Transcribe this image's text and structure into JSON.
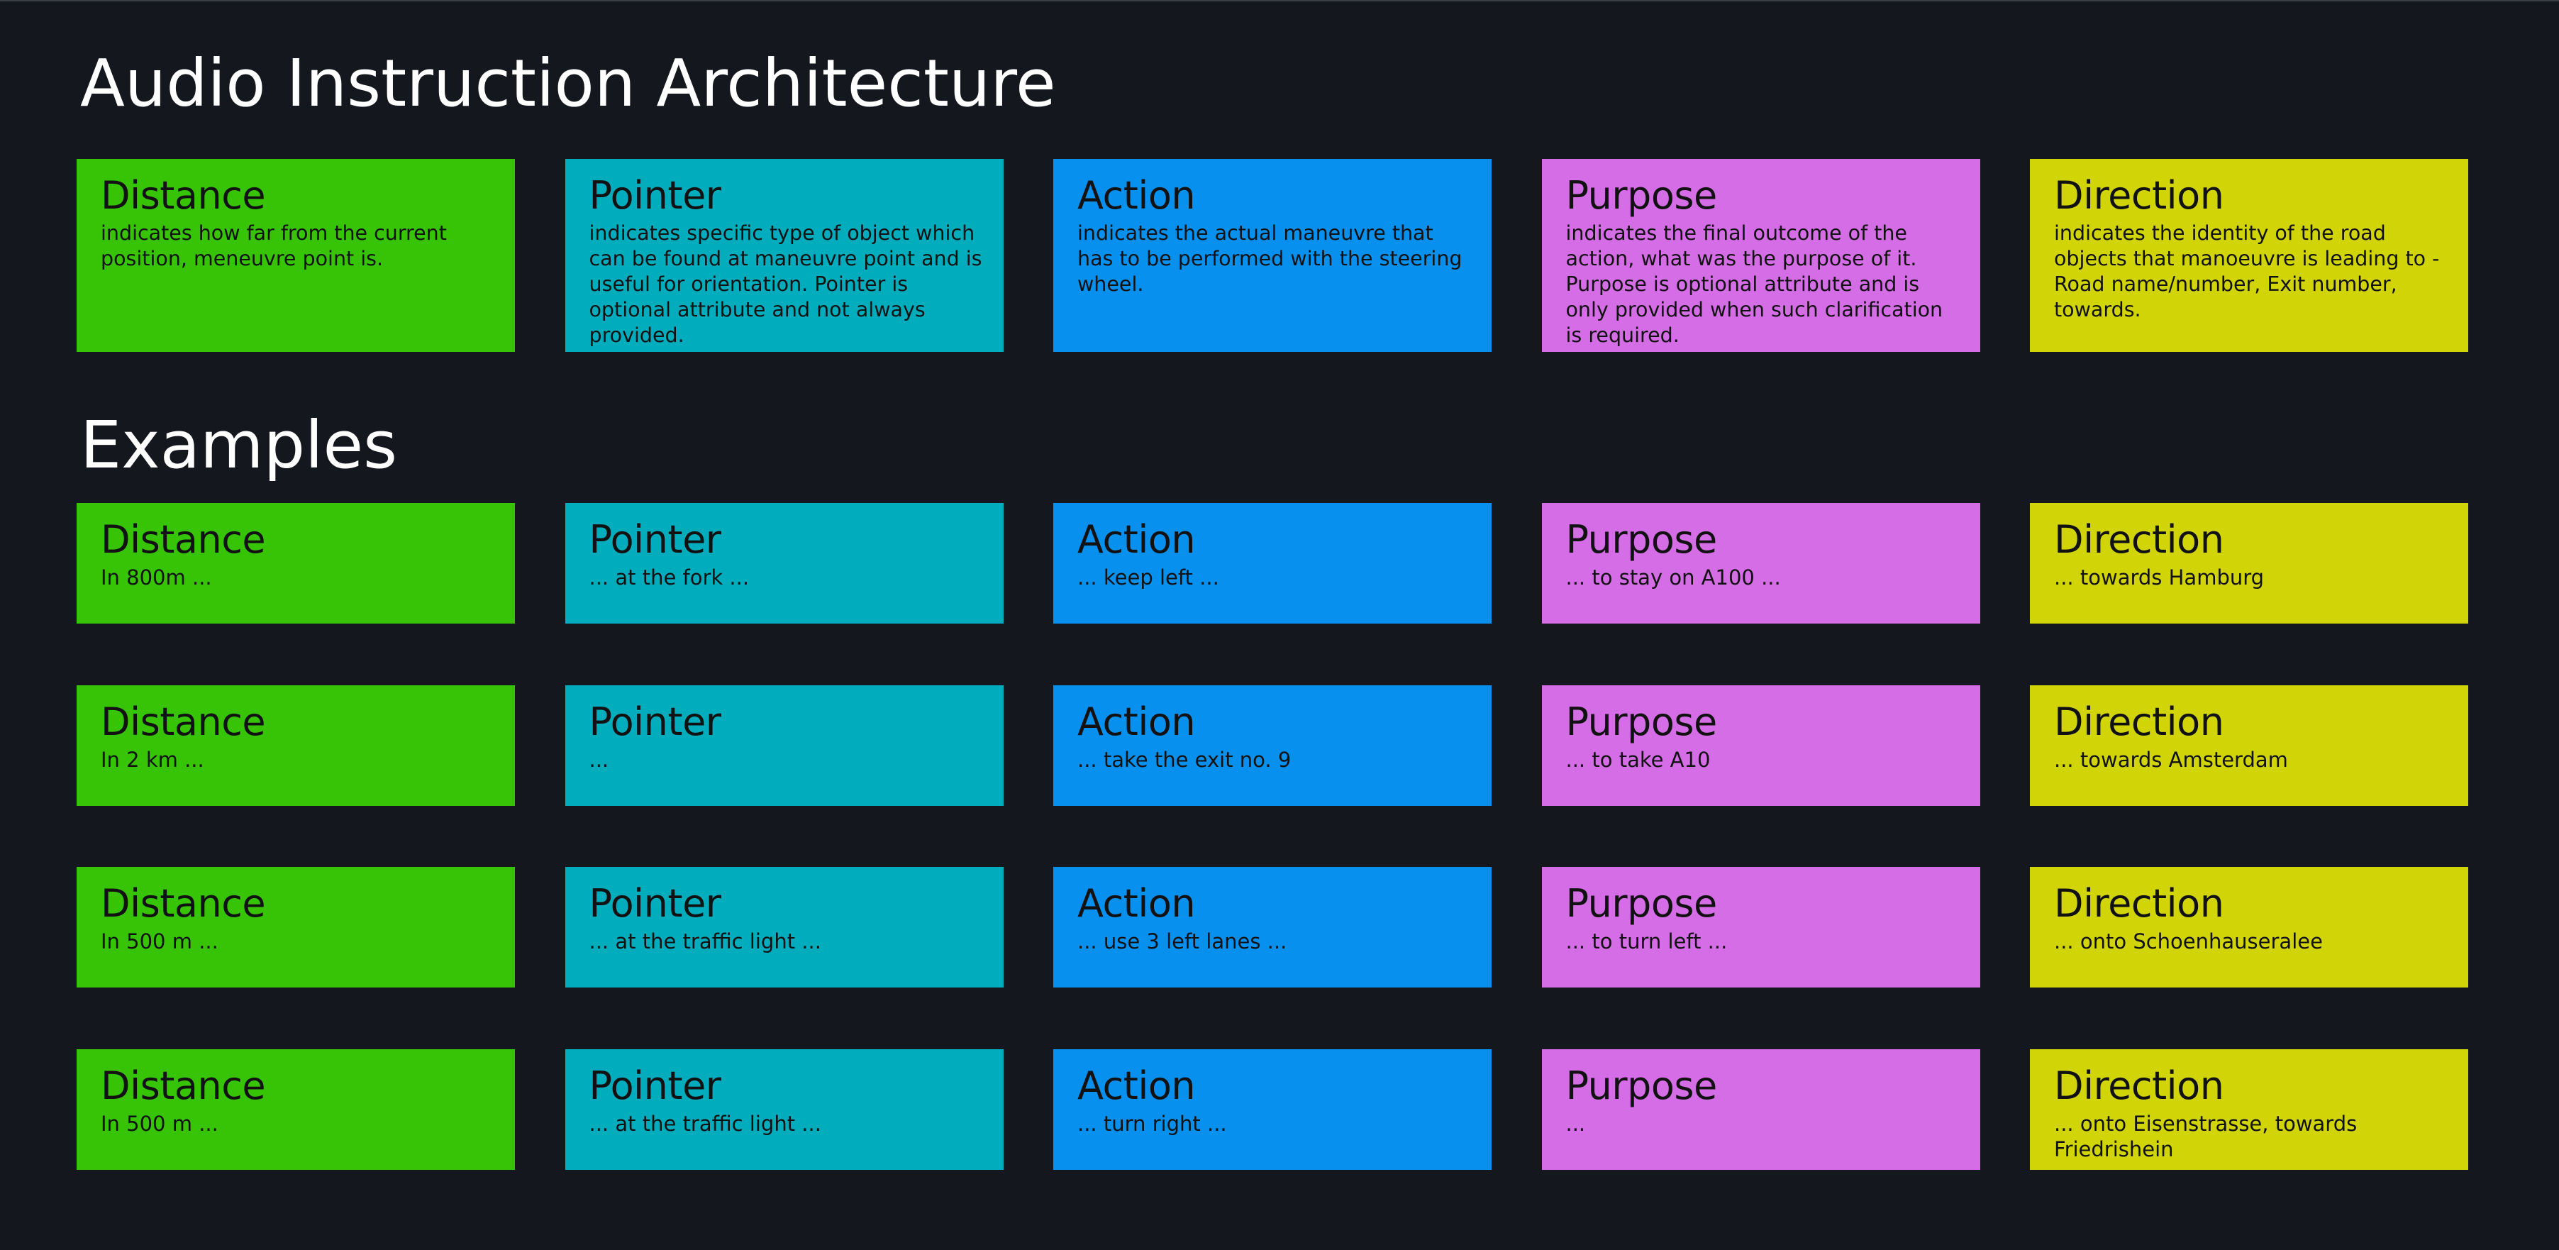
{
  "titles": {
    "architecture": "Audio Instruction Architecture",
    "examples": "Examples"
  },
  "colors": {
    "background": "#14181e",
    "distance": "#37c406",
    "pointer": "#01acbd",
    "action": "#0890ee",
    "purpose": "#d56de6",
    "direction": "#d1d507"
  },
  "architecture": [
    {
      "category": "distance",
      "title": "Distance",
      "text": "indicates how far from the current position, meneuvre point is."
    },
    {
      "category": "pointer",
      "title": "Pointer",
      "text": "indicates specific type of object which can be found at maneuvre point and is useful for orientation. Pointer is optional attribute and not always provided."
    },
    {
      "category": "action",
      "title": "Action",
      "text": "indicates the actual maneuvre that has to be performed with the steering wheel."
    },
    {
      "category": "purpose",
      "title": "Purpose",
      "text": "indicates the final outcome of the action, what was the purpose of it. Purpose is optional attribute and is only provided when such clarification is required."
    },
    {
      "category": "direction",
      "title": "Direction",
      "text": "indicates the identity of the road objects that manoeuvre is leading to - Road name/number, Exit number, towards."
    }
  ],
  "examples": [
    [
      {
        "category": "distance",
        "title": "Distance",
        "text": "In 800m ..."
      },
      {
        "category": "pointer",
        "title": "Pointer",
        "text": "... at the fork ..."
      },
      {
        "category": "action",
        "title": "Action",
        "text": "... keep left ..."
      },
      {
        "category": "purpose",
        "title": "Purpose",
        "text": "... to stay on A100 ..."
      },
      {
        "category": "direction",
        "title": "Direction",
        "text": "... towards Hamburg"
      }
    ],
    [
      {
        "category": "distance",
        "title": "Distance",
        "text": "In 2 km ..."
      },
      {
        "category": "pointer",
        "title": "Pointer",
        "text": "..."
      },
      {
        "category": "action",
        "title": "Action",
        "text": "... take the exit no. 9"
      },
      {
        "category": "purpose",
        "title": "Purpose",
        "text": "... to take A10"
      },
      {
        "category": "direction",
        "title": "Direction",
        "text": "... towards Amsterdam"
      }
    ],
    [
      {
        "category": "distance",
        "title": "Distance",
        "text": "In 500 m ..."
      },
      {
        "category": "pointer",
        "title": "Pointer",
        "text": "... at the traffic light ..."
      },
      {
        "category": "action",
        "title": "Action",
        "text": "... use 3 left lanes ..."
      },
      {
        "category": "purpose",
        "title": "Purpose",
        "text": "... to turn left ..."
      },
      {
        "category": "direction",
        "title": "Direction",
        "text": "... onto Schoenhauseralee"
      }
    ],
    [
      {
        "category": "distance",
        "title": "Distance",
        "text": "In 500 m ..."
      },
      {
        "category": "pointer",
        "title": "Pointer",
        "text": "... at the traffic light ..."
      },
      {
        "category": "action",
        "title": "Action",
        "text": "... turn right ..."
      },
      {
        "category": "purpose",
        "title": "Purpose",
        "text": "..."
      },
      {
        "category": "direction",
        "title": "Direction",
        "text": "... onto Eisenstrasse, towards Friedrishein"
      }
    ]
  ]
}
